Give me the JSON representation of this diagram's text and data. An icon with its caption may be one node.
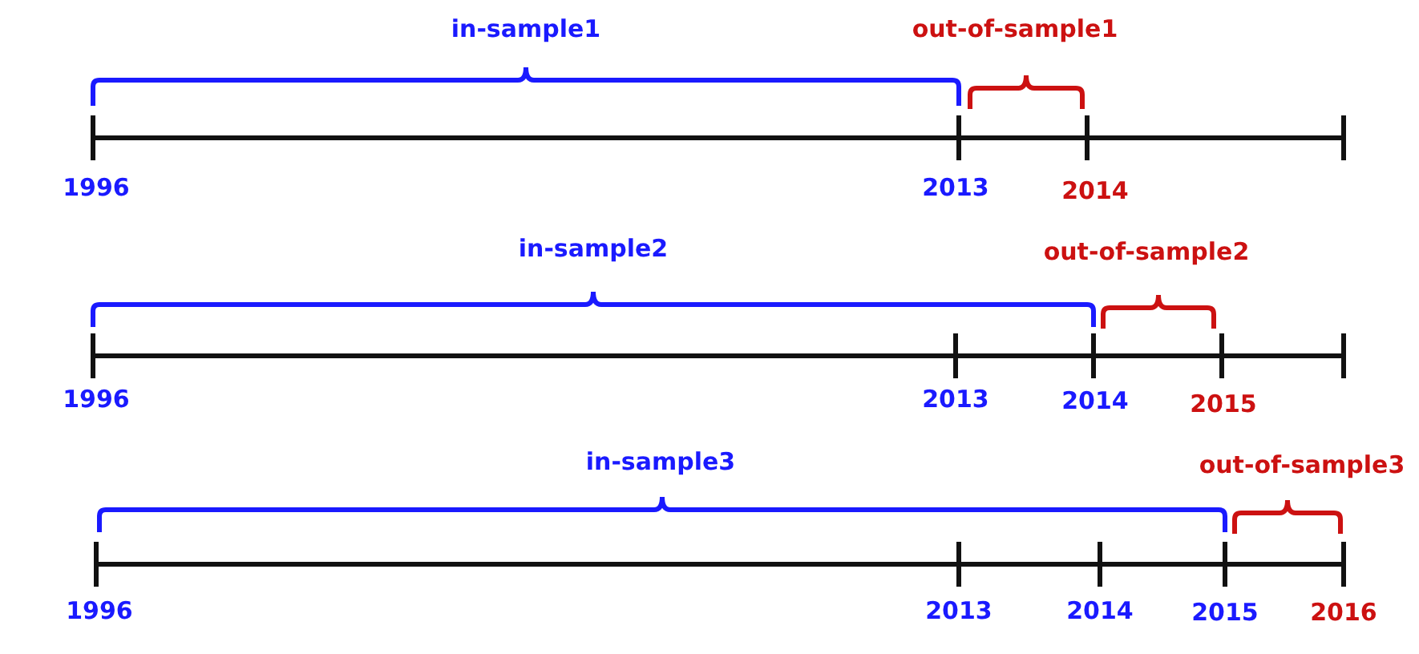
{
  "diagram": {
    "labels": [
      "in-sample1",
      "out-of-sample1",
      "1996",
      "2013",
      "2014",
      "in-sample2",
      "out-of-sample2",
      "1996",
      "2013",
      "2014",
      "2015",
      "in-sample3",
      "out-of-sample3",
      "1996",
      "2013",
      "2014",
      "2015",
      "2016"
    ]
  }
}
